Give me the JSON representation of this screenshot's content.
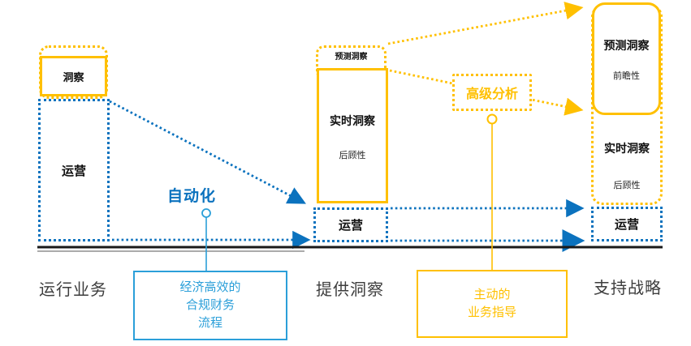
{
  "palette": {
    "yellow": "#FFC000",
    "blue": "#0B72BE",
    "light_blue": "#2B9FD9",
    "axis": "#1A1A1A",
    "label_text": "#3D3D3D"
  },
  "stages": {
    "left": "运行业务",
    "middle": "提供洞察",
    "right": "支持战略"
  },
  "left_column": {
    "insight": "洞察",
    "operations": "运营"
  },
  "middle_column": {
    "predictive": "预测洞察",
    "realtime": "实时洞察",
    "retrospective": "后顾性",
    "operations": "运营"
  },
  "right_column": {
    "predictive": "预测洞察",
    "forward_looking": "前瞻性",
    "realtime": "实时洞察",
    "retrospective": "后顾性",
    "operations": "运营"
  },
  "annotations": {
    "automation": "自动化",
    "advanced_analytics": "高级分析",
    "blue_callout": [
      "经济高效的",
      "合规财务",
      "流程"
    ],
    "yellow_callout": [
      "主动的",
      "业务指导"
    ]
  }
}
